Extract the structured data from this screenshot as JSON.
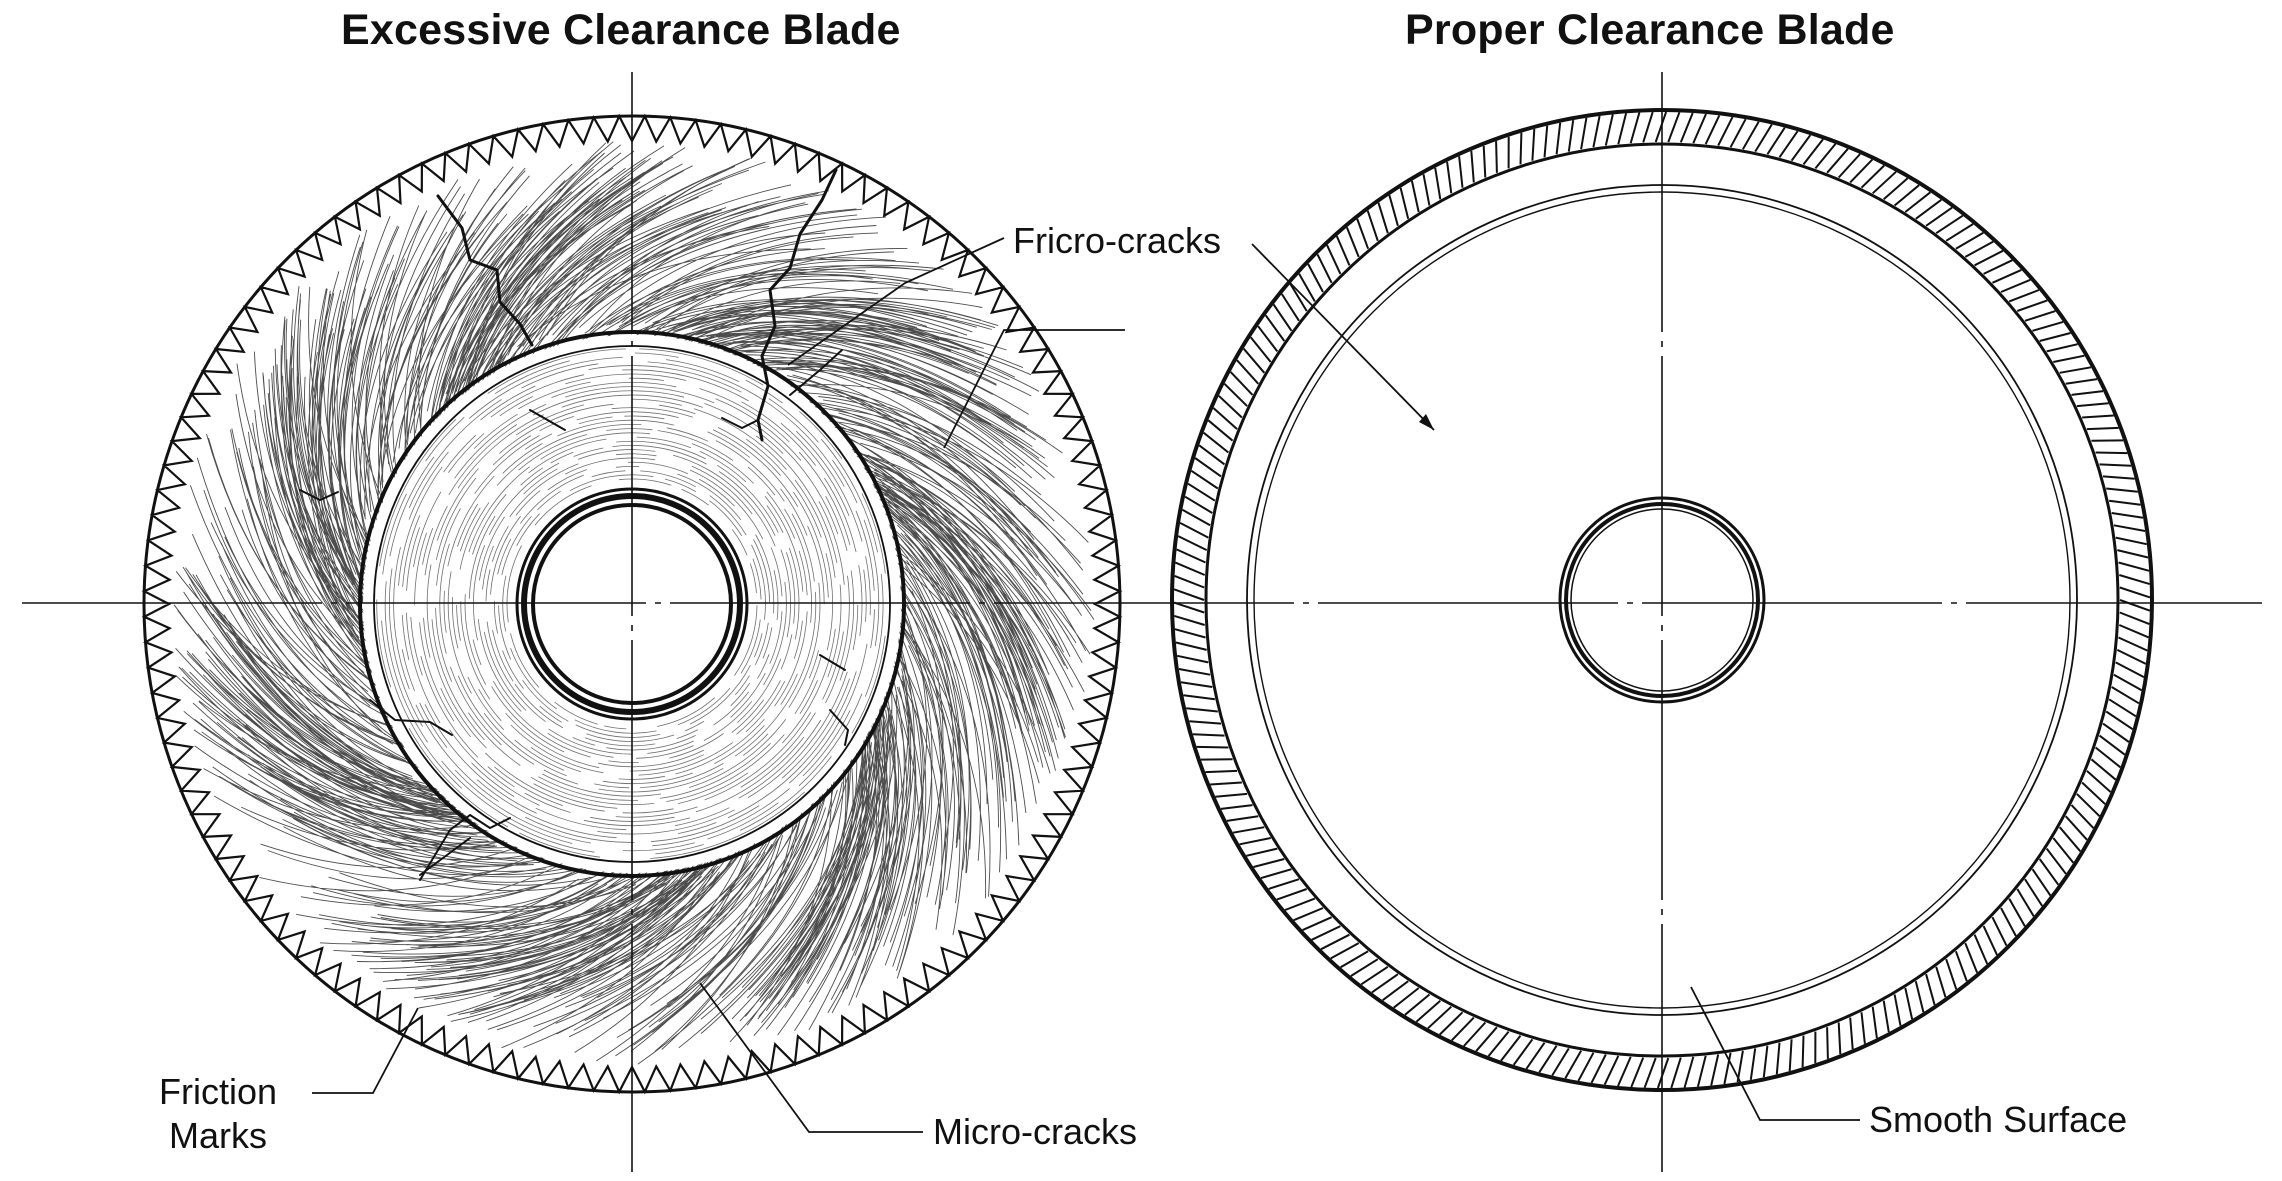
{
  "titles": {
    "left": "Excessive Clearance Blade",
    "right": "Proper Clearance Blade"
  },
  "callouts": {
    "fricro_cracks": "Fricro-cracks",
    "friction_marks_line1": "Friction",
    "friction_marks_line2": "Marks",
    "micro_cracks": "Micro-cracks",
    "smooth_surface": "Smooth Surface"
  },
  "colors": {
    "ink": "#111111",
    "paper": "#ffffff"
  }
}
